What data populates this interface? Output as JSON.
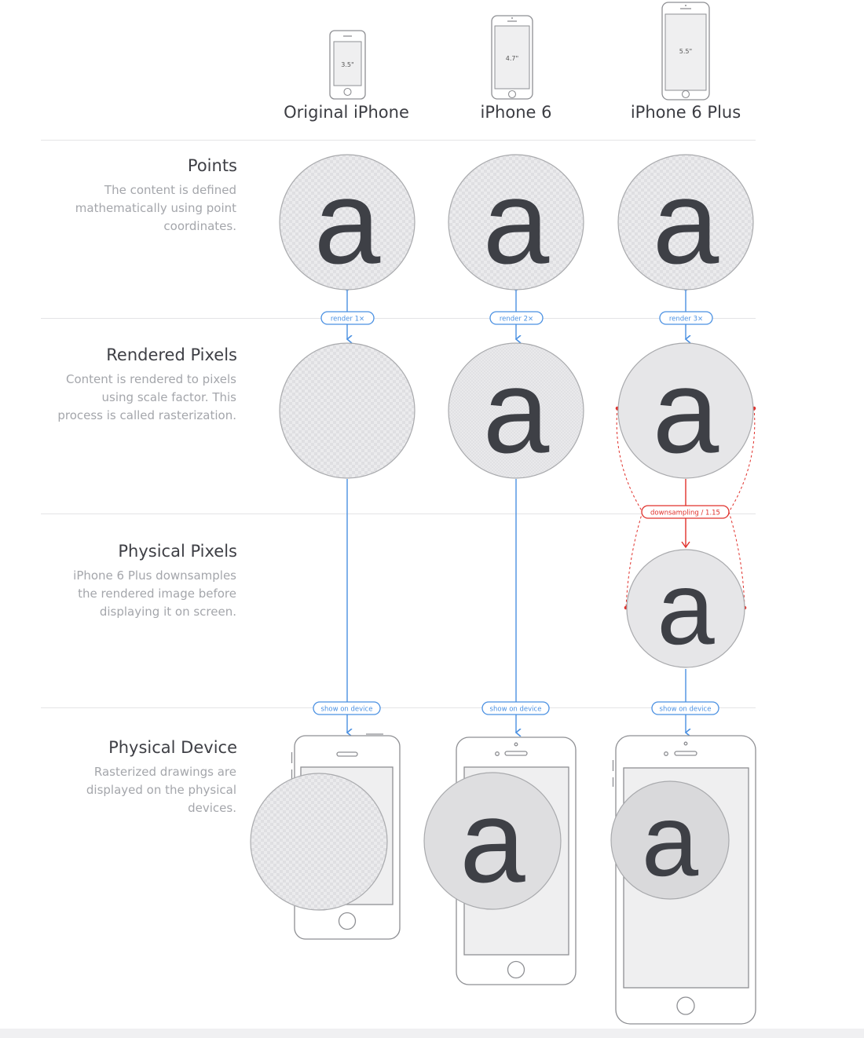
{
  "devices": [
    {
      "name": "Original iPhone",
      "screen_size": "3.5\"",
      "scale_label": "render 1×"
    },
    {
      "name": "iPhone 6",
      "screen_size": "4.7\"",
      "scale_label": "render 2×"
    },
    {
      "name": "iPhone 6 Plus",
      "screen_size": "5.5\"",
      "scale_label": "render 3×"
    }
  ],
  "rows": [
    {
      "title": "Points",
      "description": [
        "The content is defined",
        "mathematically using point",
        "coordinates."
      ]
    },
    {
      "title": "Rendered Pixels",
      "description": [
        "Content is rendered to pixels",
        "using scale factor. This",
        "process is called rasterization."
      ]
    },
    {
      "title": "Physical Pixels",
      "description": [
        "iPhone 6 Plus downsamples",
        "the rendered image before",
        "displaying it on screen."
      ]
    },
    {
      "title": "Physical Device",
      "description": [
        "Rasterized drawings are",
        "displayed on the physical",
        "devices."
      ]
    }
  ],
  "glyph": "a",
  "downsampling_label": "downsampling / 1.15",
  "show_label": "show on device",
  "colors": {
    "connector_blue": "#4a90e2",
    "connector_red": "#e0302b",
    "glyph": "#3e4046",
    "circle_fill": "#e6e6e8",
    "circle_stroke": "#a9aaad",
    "divider": "#e4e4e6",
    "device_stroke": "#8e8f93"
  }
}
